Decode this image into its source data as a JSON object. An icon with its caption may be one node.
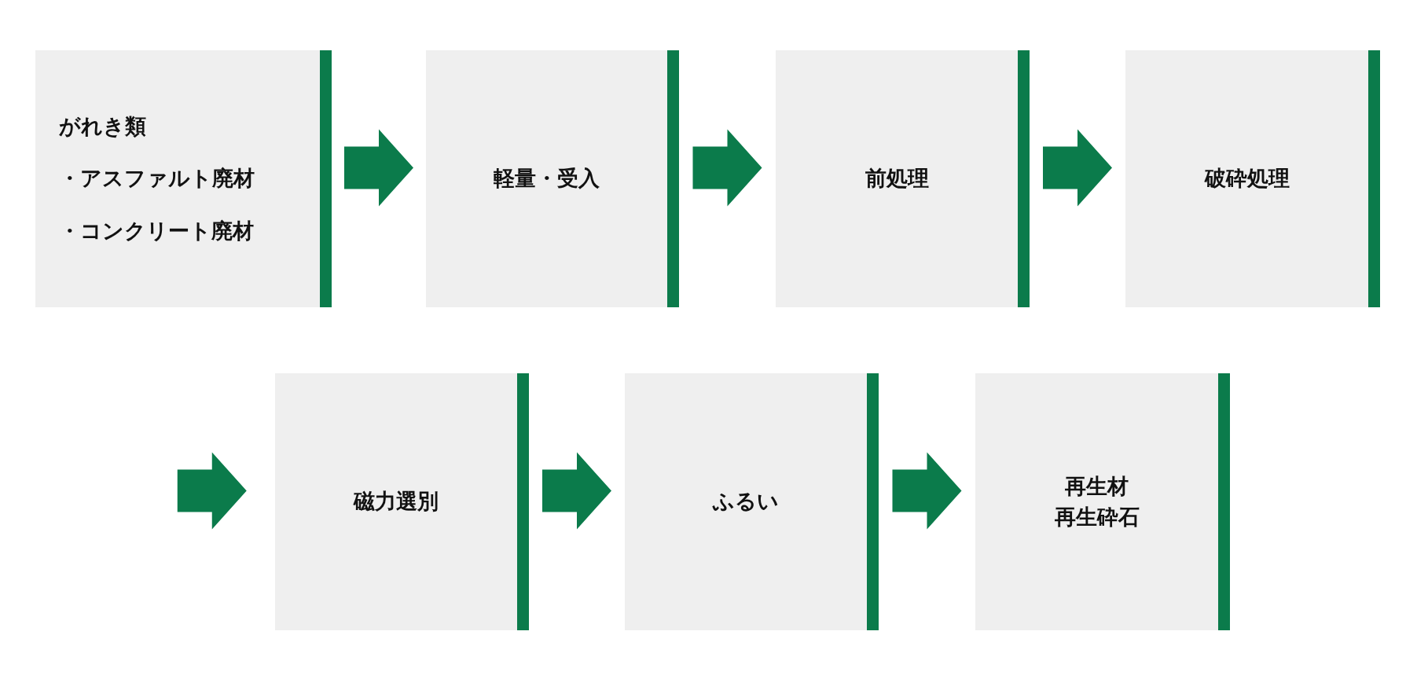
{
  "diagram": {
    "nodes": [
      {
        "text": [
          "がれき類",
          "・アスファルト廃材",
          "・コンクリート廃材"
        ]
      },
      {
        "text": [
          "軽量・受入"
        ]
      },
      {
        "text": [
          "前処理"
        ]
      },
      {
        "text": [
          "破砕処理"
        ]
      },
      {
        "text": [
          "磁力選別"
        ]
      },
      {
        "text": [
          "ふるい"
        ]
      },
      {
        "text": [
          "再生材",
          "再生砕石"
        ]
      }
    ],
    "edges": [
      {
        "from": 0,
        "to": 1,
        "arrow": "to"
      },
      {
        "from": 1,
        "to": 2,
        "arrow": "to"
      },
      {
        "from": 2,
        "to": 3,
        "arrow": "to"
      },
      {
        "from": null,
        "to": 4,
        "arrow": "to"
      },
      {
        "from": 4,
        "to": 5,
        "arrow": "to"
      },
      {
        "from": 5,
        "to": 6,
        "arrow": "to"
      }
    ]
  }
}
